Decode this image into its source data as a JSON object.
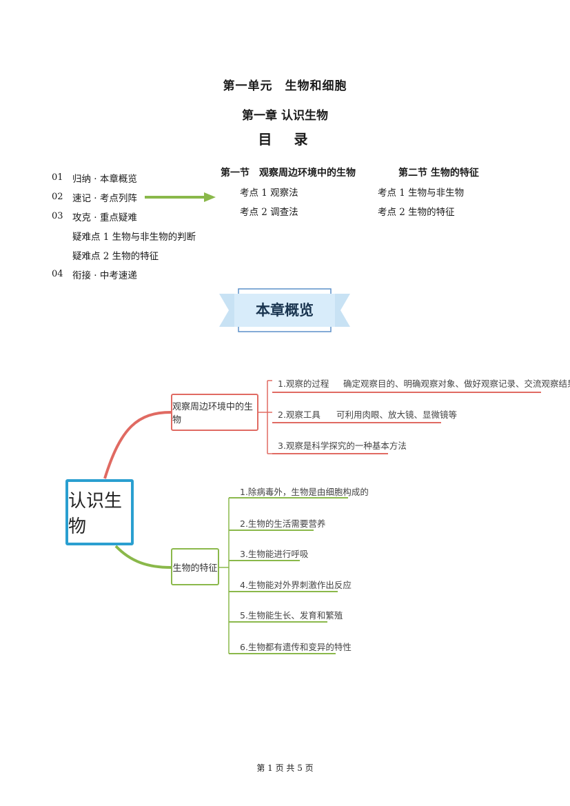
{
  "unit_title": "第一单元　生物和细胞",
  "chapter_title": "第一章  认识生物",
  "toc_heading": "目　录",
  "toc": [
    {
      "num": "01",
      "text": "归纳 · 本章概览"
    },
    {
      "num": "02",
      "text": "速记 · 考点列阵"
    },
    {
      "num": "03",
      "text": "攻克 · 重点疑难"
    },
    {
      "num": "",
      "text": "疑难点 1 生物与非生物的判断"
    },
    {
      "num": "",
      "text": "疑难点 2 生物的特征"
    },
    {
      "num": "04",
      "text": "衔接 · 中考速递"
    }
  ],
  "sections": [
    {
      "title": "第一节　观察周边环境中的生物",
      "points": [
        "考点 1 观察法",
        "考点 2 调查法"
      ]
    },
    {
      "title": "第二节  生物的特征",
      "points": [
        "考点 1 生物与非生物",
        "考点 2 生物的特征"
      ]
    }
  ],
  "banner": "本章概览",
  "mindmap": {
    "root": "认识生物",
    "branch1": {
      "label": "观察周边环境中的生物",
      "color": "#e06a62",
      "items": [
        {
          "label": "1.观察的过程",
          "detail": "确定观察目的、明确观察对象、做好观察记录、交流观察结果"
        },
        {
          "label": "2.观察工具",
          "detail": "可利用肉眼、放大镜、显微镜等"
        },
        {
          "label": "3.观察是科学探究的一种基本方法",
          "detail": ""
        }
      ]
    },
    "branch2": {
      "label": "生物的特征",
      "color": "#8ab84a",
      "items": [
        "1.除病毒外，生物是由细胞构成的",
        "2.生物的生活需要营养",
        "3.生物能进行呼吸",
        "4.生物能对外界刺激作出反应",
        "5.生物能生长、发育和繁殖",
        "6.生物都有遗传和变异的特性"
      ]
    },
    "root_color": "#2a9fd0"
  },
  "footer": "第 1 页 共 5 页"
}
